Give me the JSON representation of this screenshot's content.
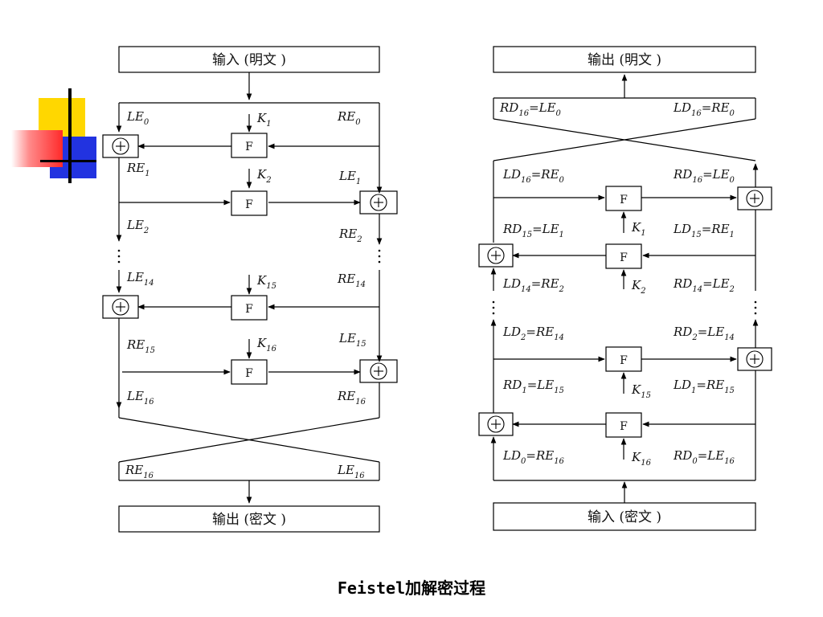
{
  "caption": "Feistel加解密过程",
  "encryption": {
    "input": "输入 (明文 )",
    "output": "输出 (密文 )",
    "labels": {
      "le0": {
        "base": "LE",
        "sub": "0"
      },
      "re0": {
        "base": "RE",
        "sub": "0"
      },
      "k1": {
        "base": "K",
        "sub": "1"
      },
      "k2": {
        "base": "K",
        "sub": "2"
      },
      "k15": {
        "base": "K",
        "sub": "15"
      },
      "k16": {
        "base": "K",
        "sub": "16"
      },
      "re1": {
        "base": "RE",
        "sub": "1"
      },
      "le1": {
        "base": "LE",
        "sub": "1"
      },
      "le2": {
        "base": "LE",
        "sub": "2"
      },
      "re2": {
        "base": "RE",
        "sub": "2"
      },
      "le14": {
        "base": "LE",
        "sub": "14"
      },
      "re14": {
        "base": "RE",
        "sub": "14"
      },
      "re15": {
        "base": "RE",
        "sub": "15"
      },
      "le15": {
        "base": "LE",
        "sub": "15"
      },
      "le16": {
        "base": "LE",
        "sub": "16"
      },
      "re16": {
        "base": "RE",
        "sub": "16"
      },
      "re16b": {
        "base": "RE",
        "sub": "16"
      },
      "le16b": {
        "base": "LE",
        "sub": "16"
      }
    },
    "f_label": "F",
    "xor_symbol": "⊕",
    "ellipsis": "⋮"
  },
  "decryption": {
    "output": "输出 (明文 )",
    "input": "输入 (密文 )",
    "labels": {
      "top_left": [
        {
          "base": "RD",
          "sub": "16"
        },
        {
          "base": "=LE",
          "sub": "0"
        }
      ],
      "top_right": [
        {
          "base": "LD",
          "sub": "16"
        },
        {
          "base": "=RE",
          "sub": "0"
        }
      ],
      "r16_left": [
        {
          "base": "LD",
          "sub": "16"
        },
        {
          "base": "=RE",
          "sub": "0"
        }
      ],
      "r16_right": [
        {
          "base": "RD",
          "sub": "16"
        },
        {
          "base": "=LE",
          "sub": "0"
        }
      ],
      "k1": {
        "base": "K",
        "sub": "1"
      },
      "r15_left": [
        {
          "base": "RD",
          "sub": "15"
        },
        {
          "base": "=LE",
          "sub": "1"
        }
      ],
      "r15_right": [
        {
          "base": "LD",
          "sub": "15"
        },
        {
          "base": "=RE",
          "sub": "1"
        }
      ],
      "k2": {
        "base": "K",
        "sub": "2"
      },
      "r14_left": [
        {
          "base": "LD",
          "sub": "14"
        },
        {
          "base": "=RE",
          "sub": "2"
        }
      ],
      "r14_right": [
        {
          "base": "RD",
          "sub": "14"
        },
        {
          "base": "=LE",
          "sub": "2"
        }
      ],
      "r2_left": [
        {
          "base": "LD",
          "sub": "2"
        },
        {
          "base": "=RE",
          "sub": "14"
        }
      ],
      "r2_right": [
        {
          "base": "RD",
          "sub": "2"
        },
        {
          "base": "=LE",
          "sub": "14"
        }
      ],
      "r1_left": [
        {
          "base": "RD",
          "sub": "1"
        },
        {
          "base": "=LE",
          "sub": "15"
        }
      ],
      "r1_right": [
        {
          "base": "LD",
          "sub": "1"
        },
        {
          "base": "=RE",
          "sub": "15"
        }
      ],
      "k15": {
        "base": "K",
        "sub": "15"
      },
      "r0_left": [
        {
          "base": "LD",
          "sub": "0"
        },
        {
          "base": "=RE",
          "sub": "16"
        }
      ],
      "k16": {
        "base": "K",
        "sub": "16"
      },
      "r0_right": [
        {
          "base": "RD",
          "sub": "0"
        },
        {
          "base": "=LE",
          "sub": "16"
        }
      ]
    },
    "f_label": "F",
    "xor_symbol": "⊕",
    "ellipsis": "⋮"
  },
  "colors": {
    "yellow": "#ffd700",
    "red": "#ff3b3b",
    "blue": "#1f2ee6",
    "line": "#000000"
  }
}
